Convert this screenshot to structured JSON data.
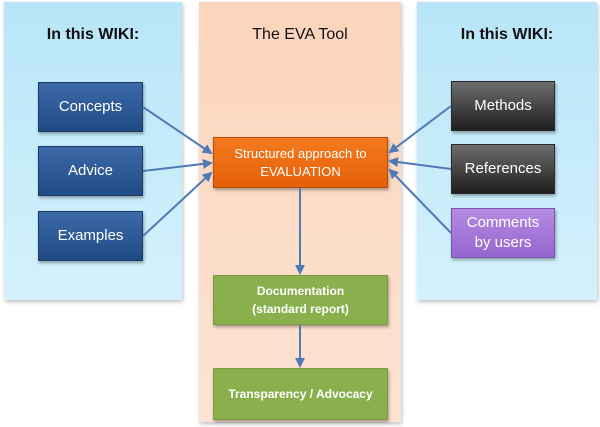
{
  "left_panel": {
    "title": "In this WIKI:"
  },
  "center_panel": {
    "title": "The EVA Tool"
  },
  "right_panel": {
    "title": "In this WIKI:"
  },
  "left_boxes": {
    "concepts": "Concepts",
    "advice": "Advice",
    "examples": "Examples"
  },
  "right_boxes": {
    "methods": "Methods",
    "references": "References",
    "comments_line1": "Comments",
    "comments_line2": "by users"
  },
  "center_boxes": {
    "structured_line1": "Structured approach to",
    "structured_line2": "EVALUATION",
    "documentation_line1": "Documentation",
    "documentation_line2": "(standard report)",
    "transparency": "Transparency / Advocacy"
  },
  "colors": {
    "side_panel": "#c6ecfb",
    "center_panel": "#fcdcc6",
    "blue_box": "#2a5591",
    "dark_box": "#3a3a3a",
    "purple_box": "#a57ad8",
    "orange_box": "#ee6a12",
    "green_box": "#8ab04e",
    "arrow": "#4f7ab8"
  }
}
